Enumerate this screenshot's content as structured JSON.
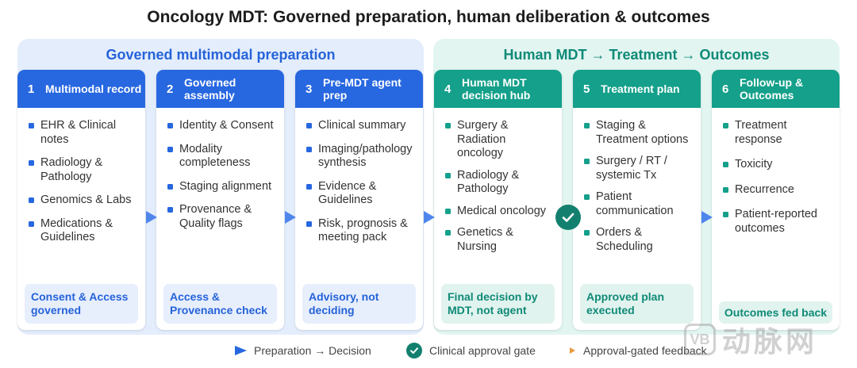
{
  "title": "Oncology MDT: Governed preparation, human deliberation & outcomes",
  "panels": [
    {
      "title": "Governed multimodal preparation"
    },
    {
      "title": "Human MDT → Treatment → Outcomes"
    }
  ],
  "cards": [
    {
      "num": "1",
      "label": "Multimodal record",
      "items": [
        "EHR & Clinical notes",
        "Radiology & Pathology",
        "Genomics & Labs",
        "Medications & Guidelines"
      ],
      "footer": "Consent & Access governed"
    },
    {
      "num": "2",
      "label": "Governed assembly",
      "items": [
        "Identity & Consent",
        "Modality completeness",
        "Staging alignment",
        "Provenance & Quality flags"
      ],
      "footer": "Access & Provenance check"
    },
    {
      "num": "3",
      "label": "Pre-MDT agent prep",
      "items": [
        "Clinical summary",
        "Imaging/pathology synthesis",
        "Evidence & Guidelines",
        "Risk, prognosis & meeting pack"
      ],
      "footer": "Advisory, not deciding"
    },
    {
      "num": "4",
      "label": "Human MDT decision hub",
      "items": [
        "Surgery & Radiation oncology",
        "Radiology & Pathology",
        "Medical oncology",
        "Genetics & Nursing"
      ],
      "footer": "Final decision by MDT, not agent"
    },
    {
      "num": "5",
      "label": "Treatment plan",
      "items": [
        "Staging & Treatment options",
        "Surgery / RT / systemic Tx",
        "Patient communication",
        "Orders & Scheduling"
      ],
      "footer": "Approved plan executed"
    },
    {
      "num": "6",
      "label": "Follow-up & Outcomes",
      "items": [
        "Treatment response",
        "Toxicity",
        "Recurrence",
        "Patient-reported outcomes"
      ],
      "footer": "Outcomes fed back"
    }
  ],
  "legend": {
    "flow": "Preparation → Decision",
    "gate": "Clinical approval gate",
    "feedback": "Approval-gated feedback"
  },
  "watermark": {
    "logo": "VB",
    "text": "动脉网"
  },
  "colors": {
    "blue": "#2767e0",
    "teal": "#14a08a",
    "gate": "#13806f",
    "feedback": "#e89a3c"
  }
}
